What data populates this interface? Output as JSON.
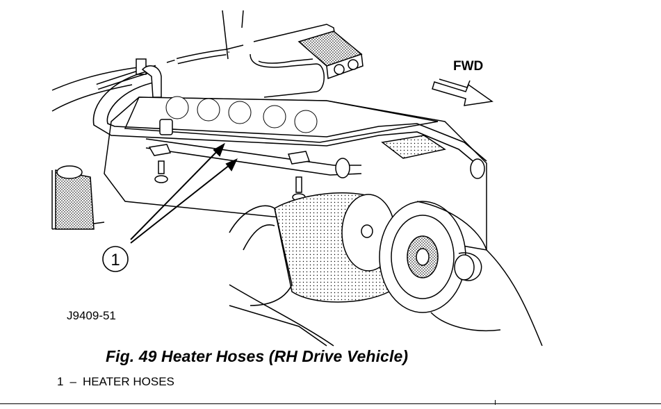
{
  "figure": {
    "direction_label": "FWD",
    "callout_number": "1",
    "drawing_id": "J9409-51",
    "caption": "Fig. 49 Heater Hoses (RH Drive Vehicle)"
  },
  "legend": [
    {
      "number": "1",
      "separator": "–",
      "label": "HEATER HOSES"
    }
  ],
  "colors": {
    "line": "#000000",
    "background": "#ffffff",
    "shade": "#9a9a9a"
  }
}
